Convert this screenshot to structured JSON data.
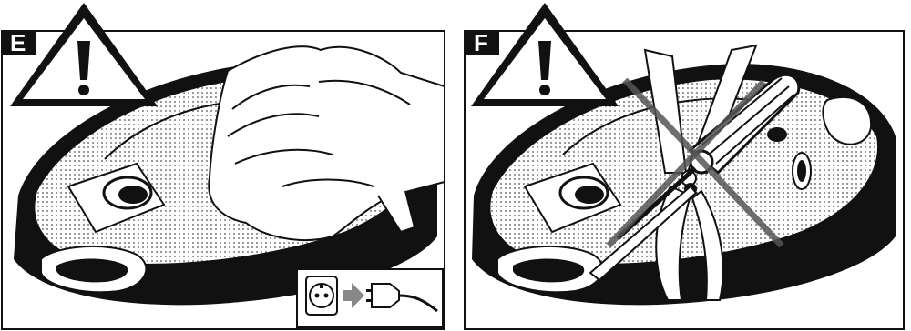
{
  "panels": [
    {
      "label": "E",
      "scene": "wipe-with-damp-cloth",
      "inset": "unplug-before-cleaning"
    },
    {
      "label": "F",
      "scene": "do-not-use-tools",
      "crossed_out": true
    }
  ],
  "colors": {
    "ink": "#111111",
    "paper": "#ffffff",
    "dot": "#9a9a9a"
  }
}
